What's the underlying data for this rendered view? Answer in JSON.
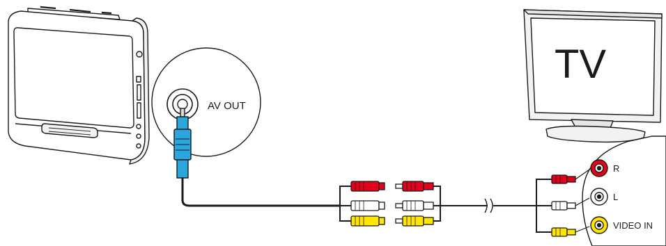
{
  "labels": {
    "av_out": "AV OUT",
    "tv": "TV",
    "right": "R",
    "left": "L",
    "video_in": "VIDEO IN"
  },
  "colors": {
    "outline": "#1a1a1a",
    "red": "#e3001b",
    "white": "#ffffff",
    "yellow": "#ffe500",
    "blue": "#2aa6df",
    "screen": "#ffffff"
  },
  "icons": [
    "portable-dvd-player-icon",
    "tv-icon",
    "av-cable-icon",
    "rca-plug-icon",
    "rca-jack-icon"
  ]
}
